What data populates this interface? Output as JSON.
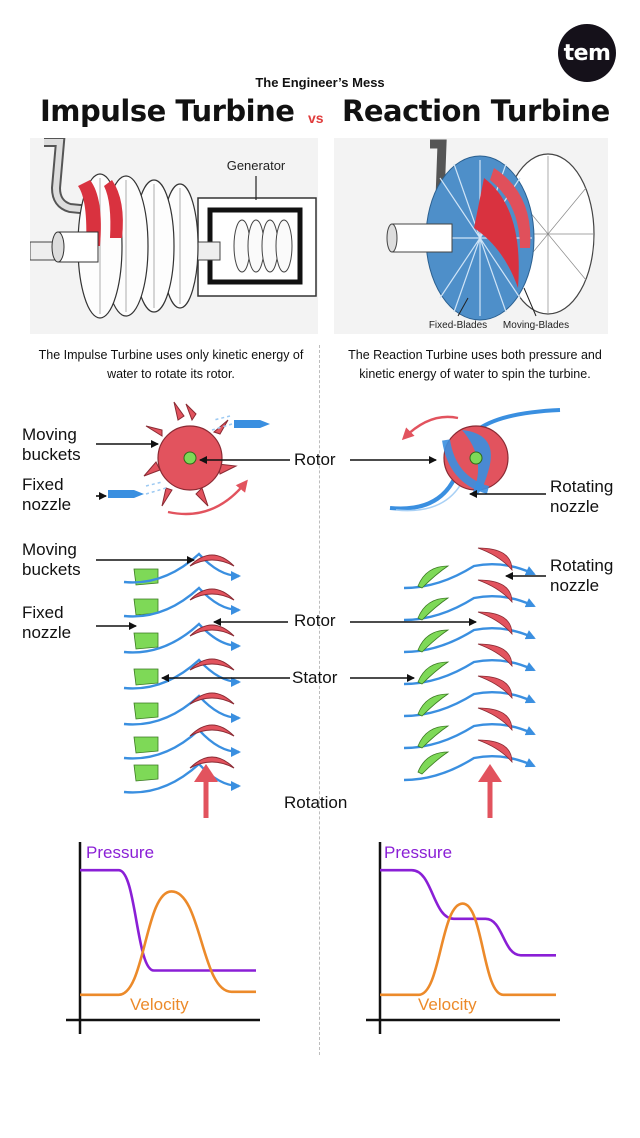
{
  "header": {
    "logo_text": "tem",
    "brand": "The Engineer’s Mess",
    "title_left": "Impulse Turbine",
    "vs": "vs",
    "title_right": "Reaction Turbine"
  },
  "illustrations": {
    "left_generator_label": "Generator",
    "right_fixed_label": "Fixed-Blades",
    "right_moving_label": "Moving-Blades"
  },
  "captions": {
    "left": "The Impulse Turbine uses only kinetic energy of water to rotate its rotor.",
    "right": "The Reaction Turbine uses both pressure and kinetic energy of water to spin the turbine."
  },
  "labels": {
    "moving_buckets": "Moving buckets",
    "fixed_nozzle": "Fixed nozzle",
    "rotor": "Rotor",
    "rotating_nozzle": "Rotating nozzle",
    "stator": "Stator",
    "rotation": "Rotation"
  },
  "colors": {
    "rotor_red": "#e2535e",
    "water_blue": "#3a8fe0",
    "stator_green": "#7ed957",
    "pressure_purple": "#8a1fd6",
    "velocity_orange": "#ec8a2a"
  },
  "chart_data": [
    {
      "type": "line",
      "title": "",
      "series": [
        {
          "name": "Pressure",
          "x": [
            0,
            0.22,
            0.42,
            1.0
          ],
          "values": [
            0.92,
            0.92,
            0.26,
            0.26
          ]
        },
        {
          "name": "Velocity",
          "x": [
            0,
            0.22,
            0.52,
            0.86,
            1.0
          ],
          "values": [
            0.1,
            0.1,
            0.78,
            0.12,
            0.12
          ]
        }
      ],
      "grid": false
    },
    {
      "type": "line",
      "title": "",
      "series": [
        {
          "name": "Pressure",
          "x": [
            0,
            0.18,
            0.42,
            0.6,
            0.8,
            1.0
          ],
          "values": [
            0.92,
            0.92,
            0.6,
            0.6,
            0.36,
            0.36
          ]
        },
        {
          "name": "Velocity",
          "x": [
            0,
            0.22,
            0.47,
            0.7,
            1.0
          ],
          "values": [
            0.1,
            0.1,
            0.7,
            0.1,
            0.1
          ]
        }
      ],
      "grid": false
    }
  ]
}
